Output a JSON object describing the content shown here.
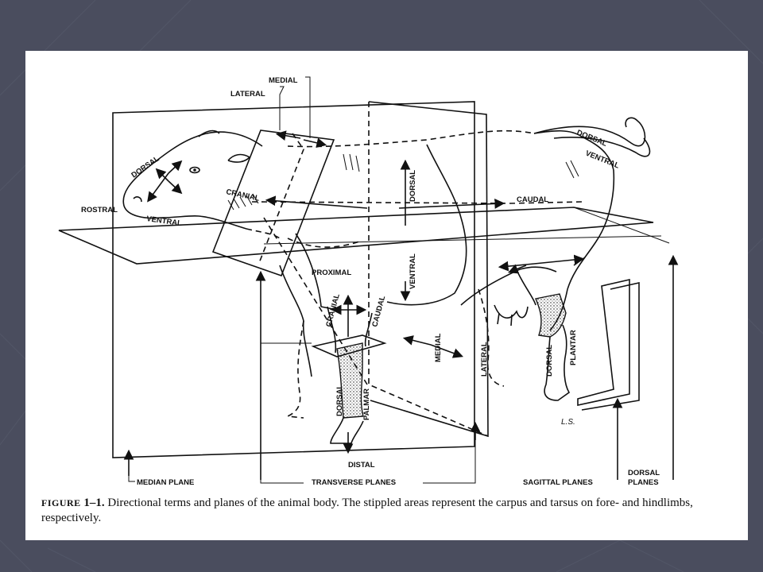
{
  "slide": {
    "background_color": "#4a4d5e",
    "panel_color": "#ffffff"
  },
  "figure": {
    "labels": {
      "medial_top": "MEDIAL",
      "lateral_top": "LATERAL",
      "dorsal_head": "DORSAL",
      "rostral": "ROSTRAL",
      "ventral_head": "VENTRAL",
      "cranial_body": "CRANIAL",
      "dorsal_body": "DORSAL",
      "ventral_body": "VENTRAL",
      "caudal_body": "CAUDAL",
      "dorsal_tail": "DORSAL",
      "ventral_tail": "VENTRAL",
      "proximal": "PROXIMAL",
      "cranial_leg": "CRANIAL",
      "caudal_leg": "CAUDAL",
      "dorsal_foreleg": "DORSAL",
      "palmar": "PALMAR",
      "distal": "DISTAL",
      "medial_mid": "MEDIAL",
      "lateral_mid": "LATERAL",
      "dorsal_hindleg": "DORSAL",
      "plantar": "PLANTAR",
      "median_plane": "MEDIAN PLANE",
      "transverse_planes": "TRANSVERSE PLANES",
      "sagittal_planes": "SAGITTAL PLANES",
      "dorsal_planes_line1": "DORSAL",
      "dorsal_planes_line2": "PLANES",
      "signature": "L.S."
    }
  },
  "caption": {
    "figure_word": "FIGURE",
    "figure_number": "1–1.",
    "text": " Directional terms and planes of the animal body. The stippled areas represent the carpus and tarsus on fore- and hindlimbs, respectively."
  }
}
